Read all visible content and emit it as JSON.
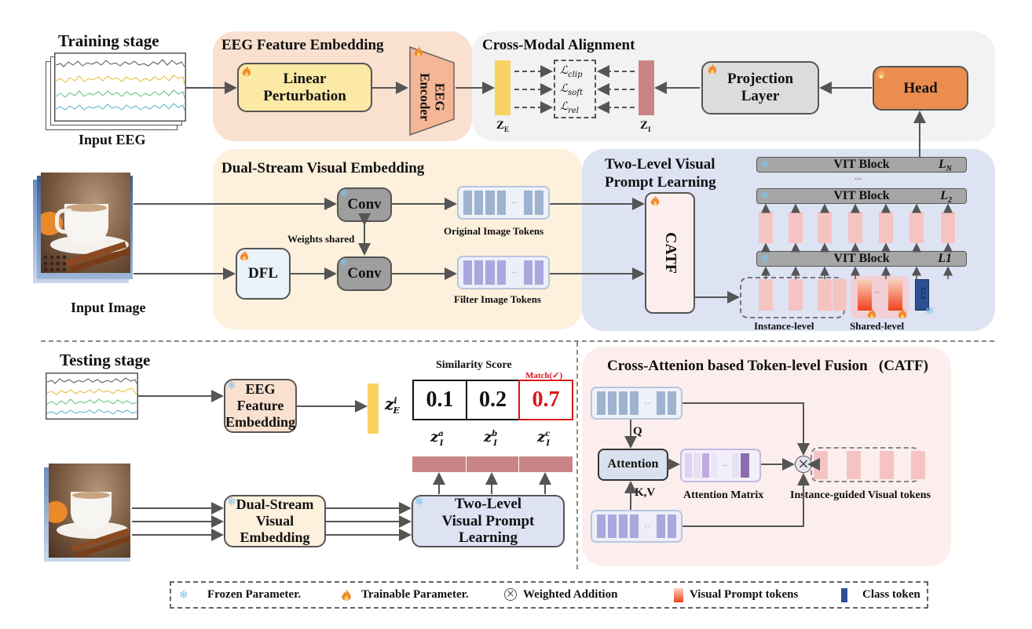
{
  "training": {
    "stage_title": "Training stage",
    "input_eeg_label": "Input EEG",
    "input_image_label": "Input Image",
    "eeg_feature_embedding": {
      "title": "EEG Feature Embedding",
      "linear_perturbation": "Linear Perturbation",
      "eeg_encoder": "EEG Encoder"
    },
    "cross_modal_alignment": {
      "title": "Cross-Modal Alignment",
      "z_e": "Z",
      "z_e_sub": "E",
      "z_i": "Z",
      "z_i_sub": "I",
      "losses": [
        {
          "main": "ℒ",
          "sub": "clip"
        },
        {
          "main": "ℒ",
          "sub": "soft"
        },
        {
          "main": "ℒ",
          "sub": "rel"
        }
      ],
      "projection_layer": "Projection Layer",
      "head": "Head"
    },
    "dual_stream": {
      "title": "Dual-Stream Visual Embedding",
      "conv": "Conv",
      "dfl": "DFL",
      "weights_shared": "Weights shared",
      "original_tokens": "Original Image Tokens",
      "filter_tokens": "Filter Image Tokens"
    },
    "two_level": {
      "title_line1": "Two-Level Visual",
      "title_line2": "Prompt Learning",
      "catf": "CATF",
      "vit_blocks": [
        {
          "label": "VIT Block",
          "layer": "L",
          "layer_sub": "N"
        },
        {
          "label": "VIT Block",
          "layer": "L",
          "layer_sub": "2"
        },
        {
          "label": "VIT Block",
          "layer": "L1",
          "layer_sub": ""
        }
      ],
      "ellipsis": "...",
      "instance_level": "Instance-level",
      "shared_level": "Shared-level",
      "cls": "CLS"
    }
  },
  "testing": {
    "stage_title": "Testing stage",
    "eeg_feature_embedding": "EEG Feature Embedding",
    "z_e_label": "z",
    "z_e_sup": "i",
    "z_e_sub": "E",
    "similarity_title": "Similarity Score",
    "match_label": "Match(✓)",
    "scores": [
      {
        "value": "0.1",
        "candidate": "z",
        "sup": "a",
        "sub": "I",
        "match": false
      },
      {
        "value": "0.2",
        "candidate": "z",
        "sup": "b",
        "sub": "I",
        "match": false
      },
      {
        "value": "0.7",
        "candidate": "z",
        "sup": "c",
        "sub": "I",
        "match": true
      }
    ],
    "dual_stream": "Dual-Stream Visual Embedding",
    "two_level": "Two-Level Visual Prompt Learning"
  },
  "catf": {
    "title": "Cross-Attenion based Token-level Fusion   (CATF)",
    "attention": "Attention",
    "q_label": "Q",
    "kv_label": "K,V",
    "attention_matrix": "Attention Matrix",
    "instance_guided": "Instance-guided Visual tokens"
  },
  "legend": {
    "items": [
      {
        "icon": "snowflake-icon",
        "label": "Frozen Parameter."
      },
      {
        "icon": "flame-icon",
        "label": "Trainable Parameter."
      },
      {
        "icon": "circled-times-icon",
        "label": "Weighted Addition"
      },
      {
        "icon": "visual-prompt-token-icon",
        "label": "Visual Prompt tokens"
      },
      {
        "icon": "class-token-icon",
        "label": "Class token"
      }
    ]
  },
  "colors": {
    "eeg_panel": "#f9e0cf",
    "alignment_panel": "#f2f2f2",
    "dual_panel": "#fdf0dc",
    "twolevel_panel": "#dde3f3",
    "catf_panel": "#fdeeee",
    "head": "#eb8d4e",
    "linear_perturbation": "#fbe9a5",
    "z_e_bar": "#f8d262",
    "z_i_bar": "#c98586",
    "match_red": "#d9141b"
  }
}
